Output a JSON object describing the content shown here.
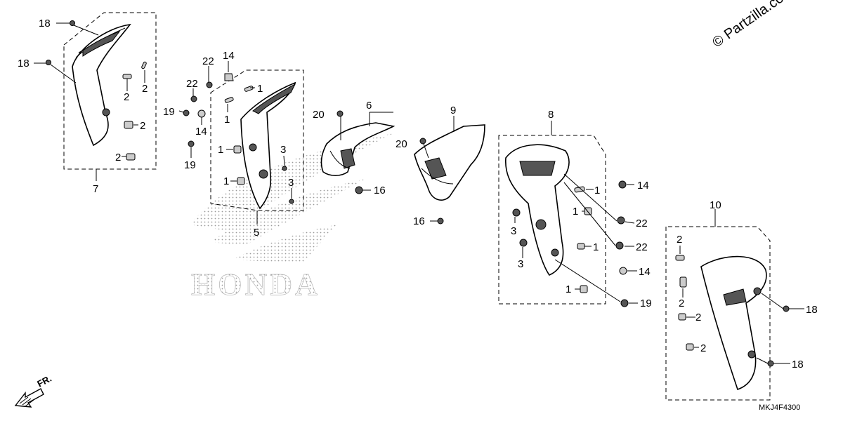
{
  "copyright": "© Partzilla.com",
  "diagram_code": "MKJ4F4300",
  "front_indicator": "FR.",
  "watermark": "HONDA",
  "labels": {
    "p18a": "18",
    "p18b": "18",
    "p2a": "2",
    "p2b": "2",
    "p2c": "2",
    "p2d": "2",
    "p7": "7",
    "p22a": "22",
    "p22b": "22",
    "p14a": "14",
    "p14b": "14",
    "p19a": "19",
    "p19b": "19",
    "p1a": "1",
    "p1b": "1",
    "p1c": "1",
    "p1d": "1",
    "p3a": "3",
    "p3b": "3",
    "p5": "5",
    "p20a": "20",
    "p20b": "20",
    "p6": "6",
    "p16a": "16",
    "p16b": "16",
    "p9": "9",
    "p8": "8",
    "p14c": "14",
    "p14d": "14",
    "p22c": "22",
    "p22d": "22",
    "p1e": "1",
    "p1f": "1",
    "p1g": "1",
    "p1h": "1",
    "p3c": "3",
    "p3d": "3",
    "p19c": "19",
    "p10": "10",
    "p2e": "2",
    "p2f": "2",
    "p2g": "2",
    "p2h": "2",
    "p18c": "18",
    "p18d": "18"
  }
}
